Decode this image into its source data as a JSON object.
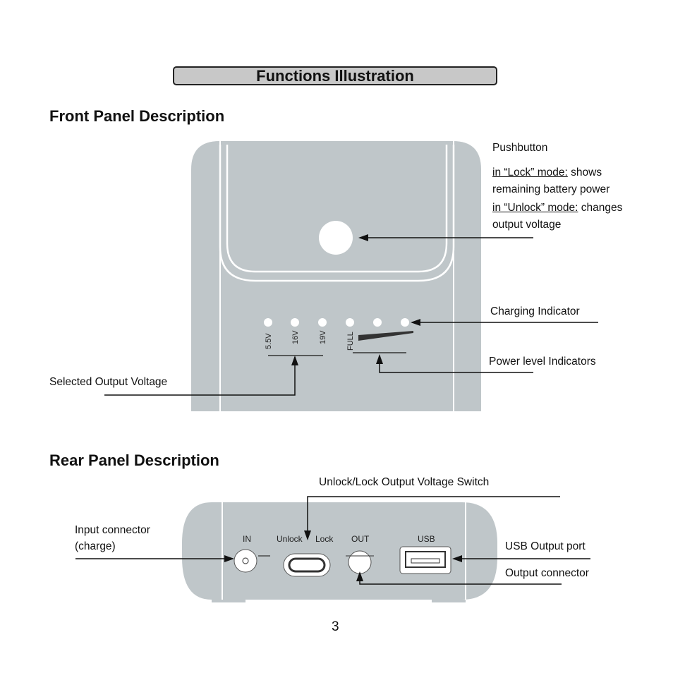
{
  "banner_title": "Functions Illustration",
  "front": {
    "heading": "Front Panel Description",
    "pushbutton": {
      "title": "Pushbutton",
      "lock_mode_label": "in “Lock” mode:",
      "lock_mode_text": "shows",
      "lock_mode_text2": "remaining battery power",
      "unlock_mode_label": "in “Unlock” mode:",
      "unlock_mode_text": "changes",
      "unlock_mode_text2": "output voltage"
    },
    "charging_indicator": "Charging Indicator",
    "power_level_indicators": "Power level Indicators",
    "selected_output_voltage": "Selected Output Voltage",
    "led_labels": [
      "5.5V",
      "16V",
      "19V",
      "FULL"
    ]
  },
  "rear": {
    "heading": "Rear Panel Description",
    "switch_label": "Unlock/Lock Output Voltage Switch",
    "input_connector": "Input connector",
    "input_connector_sub": "(charge)",
    "usb_output_port": "USB Output port",
    "output_connector": "Output  connector",
    "port_labels": {
      "in": "IN",
      "unlock": "Unlock",
      "lock": "Lock",
      "out": "OUT",
      "usb": "USB"
    }
  },
  "page_number": "3"
}
